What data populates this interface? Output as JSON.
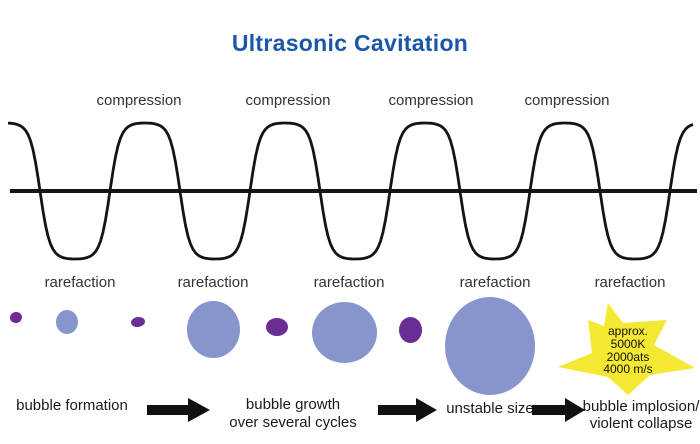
{
  "title": "Ultrasonic Cavitation",
  "colors": {
    "background": "#ffffff",
    "title": "#1a57a8",
    "text": "#333333",
    "stage_text": "#1a1a1a",
    "wave": "#141414",
    "arrow": "#111111",
    "bubble": "#8795cc",
    "nucleus": "#6a2d93",
    "star": "#f5e833"
  },
  "wave": {
    "compression_labels": [
      "compression",
      "compression",
      "compression",
      "compression"
    ],
    "rarefaction_labels": [
      "rarefaction",
      "rarefaction",
      "rarefaction",
      "rarefaction",
      "rarefaction"
    ],
    "cycles": 5
  },
  "bubbles": {
    "sequence": [
      {
        "kind": "nucleus",
        "w": 12,
        "h": 11
      },
      {
        "kind": "bubble",
        "w": 22,
        "h": 24
      },
      {
        "kind": "nucleus",
        "w": 14,
        "h": 10
      },
      {
        "kind": "bubble",
        "w": 53,
        "h": 57
      },
      {
        "kind": "nucleus",
        "w": 22,
        "h": 18
      },
      {
        "kind": "bubble",
        "w": 65,
        "h": 61
      },
      {
        "kind": "nucleus",
        "w": 23,
        "h": 26
      },
      {
        "kind": "bubble",
        "w": 90,
        "h": 98
      }
    ]
  },
  "star": {
    "lines": [
      "approx.",
      "5000K",
      "2000ats",
      "4000 m/s"
    ]
  },
  "stages": [
    {
      "lines": [
        "bubble formation",
        ""
      ]
    },
    {
      "lines": [
        "bubble growth",
        "over several cycles"
      ]
    },
    {
      "lines": [
        "unstable size",
        ""
      ]
    },
    {
      "lines": [
        "bubble implosion/",
        "violent collapse"
      ]
    }
  ]
}
